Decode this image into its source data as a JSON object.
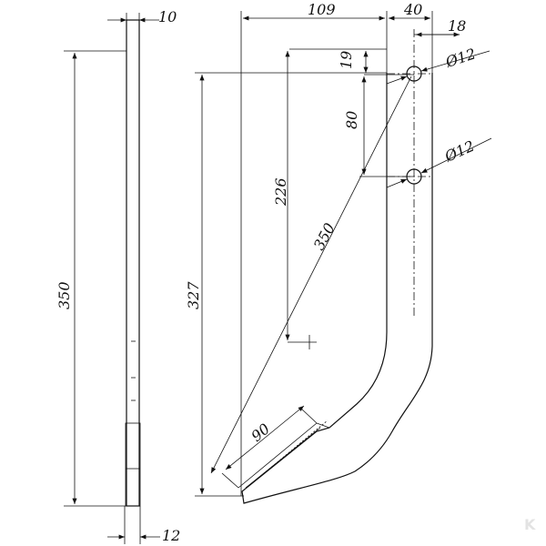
{
  "drawing": {
    "dimensions": {
      "side_thickness_top": "10",
      "side_length": "350",
      "side_thickness_bottom": "12",
      "width_total": "109",
      "width_offset": "40",
      "hole_offset": "18",
      "hole_diameter_top": "Ø12",
      "hole_diameter_bottom": "Ø12",
      "hole_top_offset": "19",
      "hole_spacing": "80",
      "center_height": "226",
      "diagonal_length": "350",
      "overall_height": "327",
      "blade_length": "90"
    },
    "logo_text": "K"
  }
}
